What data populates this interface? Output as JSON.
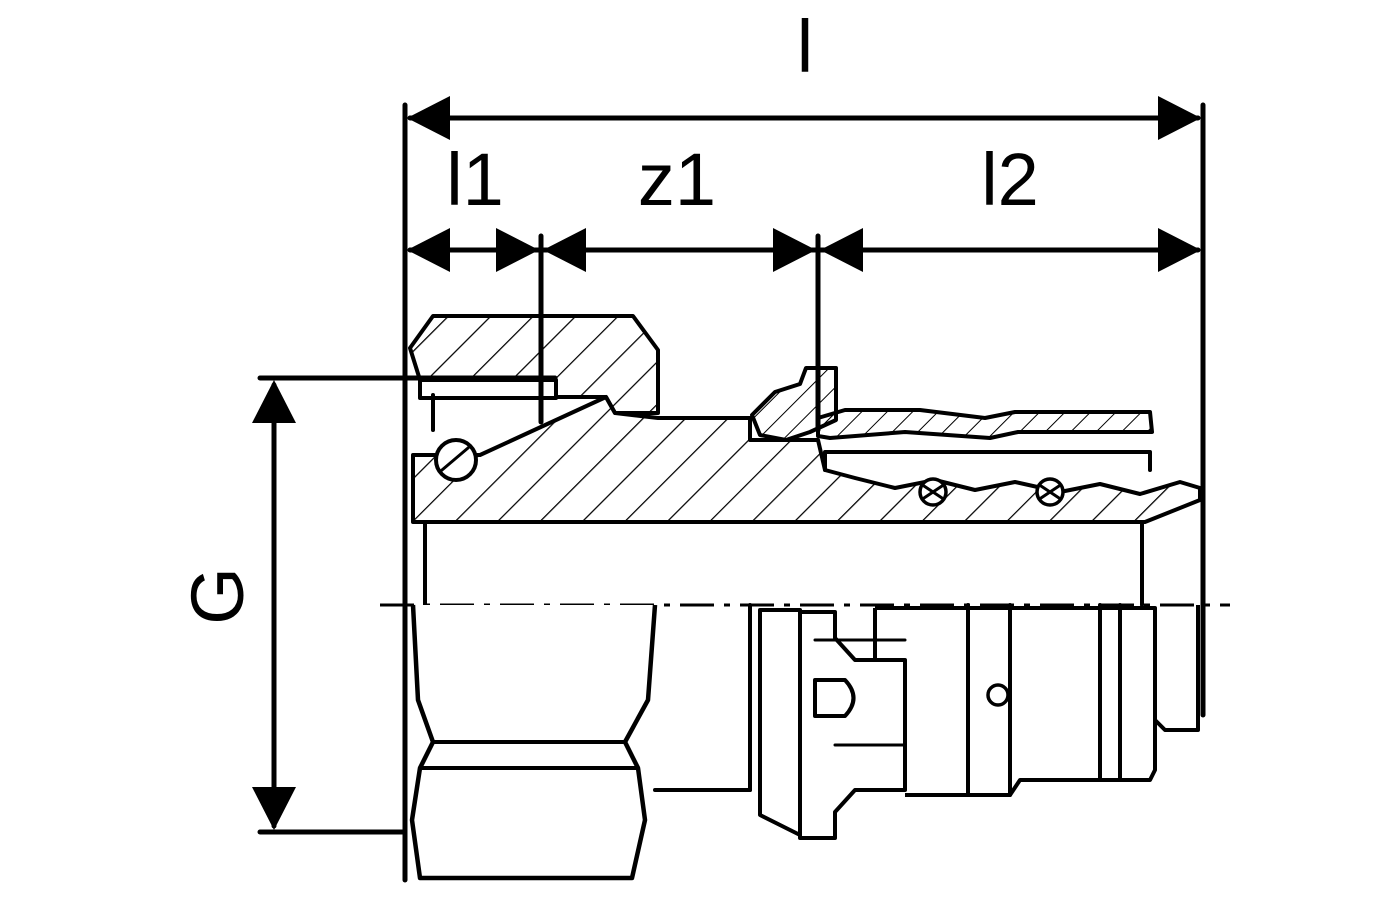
{
  "dimensions": {
    "overall_length": "l",
    "segment_1": "l1",
    "segment_2": "z1",
    "segment_3": "l2",
    "thread_size": "G"
  },
  "colors": {
    "line": "#000000",
    "background": "#ffffff"
  }
}
